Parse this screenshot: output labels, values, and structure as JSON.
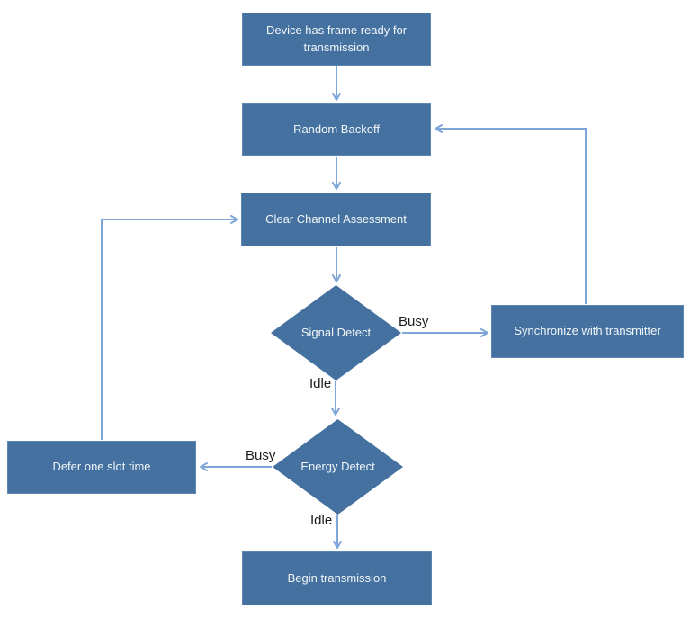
{
  "diagram": {
    "nodes": [
      {
        "id": "frame-ready",
        "type": "process",
        "label": "Device has frame ready for transmission"
      },
      {
        "id": "random-backoff",
        "type": "process",
        "label": "Random Backoff"
      },
      {
        "id": "cca",
        "type": "process",
        "label": "Clear Channel Assessment"
      },
      {
        "id": "signal-detect",
        "type": "decision",
        "label": "Signal Detect"
      },
      {
        "id": "synchronize",
        "type": "process",
        "label": "Synchronize with transmitter"
      },
      {
        "id": "energy-detect",
        "type": "decision",
        "label": "Energy Detect"
      },
      {
        "id": "defer",
        "type": "process",
        "label": "Defer one slot time"
      },
      {
        "id": "begin",
        "type": "process",
        "label": "Begin transmission"
      }
    ],
    "edges": [
      {
        "from": "frame-ready",
        "to": "random-backoff",
        "label": ""
      },
      {
        "from": "random-backoff",
        "to": "cca",
        "label": ""
      },
      {
        "from": "cca",
        "to": "signal-detect",
        "label": ""
      },
      {
        "from": "signal-detect",
        "to": "synchronize",
        "label": "Busy"
      },
      {
        "from": "synchronize",
        "to": "random-backoff",
        "label": ""
      },
      {
        "from": "signal-detect",
        "to": "energy-detect",
        "label": "Idle"
      },
      {
        "from": "energy-detect",
        "to": "defer",
        "label": "Busy"
      },
      {
        "from": "defer",
        "to": "cca",
        "label": ""
      },
      {
        "from": "energy-detect",
        "to": "begin",
        "label": "Idle"
      }
    ],
    "colors": {
      "node_fill": "#44719f",
      "node_border": "#5d87b0",
      "node_text": "#f2f6fa",
      "connector": "#7ea6d8",
      "edge_label_text": "#1c1c1c",
      "background": "#ffffff"
    }
  }
}
